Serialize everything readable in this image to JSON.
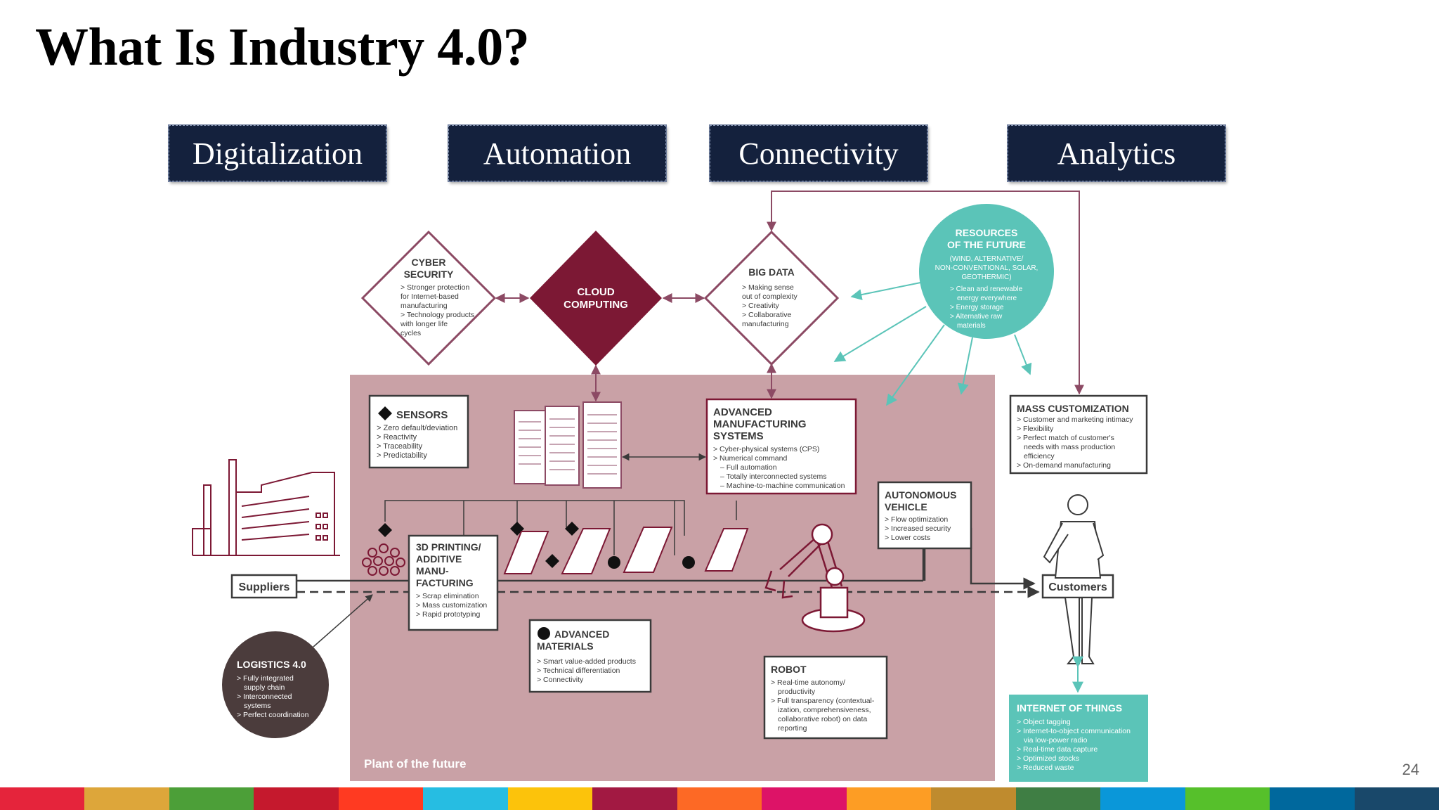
{
  "slide": {
    "title": "What Is Industry 4.0?",
    "page_number": "24"
  },
  "pillars": [
    "Digitalization",
    "Automation",
    "Connectivity",
    "Analytics"
  ],
  "colors": {
    "pillar_bg": "#14213d",
    "plant_bg": "#c9a1a6",
    "cloud": "#7c1834",
    "teal": "#5bc4b8",
    "logistics": "#4b3c3c",
    "line": "#3a3a3a",
    "connector": "#8c4a64"
  },
  "diagram": {
    "cyber": {
      "title1": "CYBER",
      "title2": "SECURITY",
      "lines": [
        "> Stronger protection",
        "for Internet-based",
        "manufacturing",
        "> Technology products",
        "with longer life",
        "cycles"
      ]
    },
    "cloud": {
      "title1": "CLOUD",
      "title2": "COMPUTING"
    },
    "bigdata": {
      "title": "BIG DATA",
      "lines": [
        "> Making sense",
        "out of complexity",
        "> Creativity",
        "> Collaborative",
        "manufacturing"
      ]
    },
    "resources": {
      "title1": "RESOURCES",
      "title2": "OF THE FUTURE",
      "sub": [
        "(WIND, ALTERNATIVE/",
        "NON-CONVENTIONAL, SOLAR,",
        "GEOTHERMIC)"
      ],
      "lines": [
        "> Clean and renewable",
        "energy everywhere",
        "> Energy storage",
        "> Alternative raw",
        "materials"
      ]
    },
    "sensors": {
      "title": "SENSORS",
      "lines": [
        "> Zero default/deviation",
        "> Reactivity",
        "> Traceability",
        "> Predictability"
      ]
    },
    "ams": {
      "title1": "ADVANCED",
      "title2": "MANUFACTURING",
      "title3": "SYSTEMS",
      "lines": [
        "> Cyber-physical systems (CPS)",
        "> Numerical command",
        "– Full automation",
        "– Totally interconnected systems",
        "– Machine-to-machine communication"
      ]
    },
    "mass": {
      "title": "MASS CUSTOMIZATION",
      "lines": [
        "> Customer and marketing intimacy",
        "> Flexibility",
        "> Perfect match of customer's",
        "needs with mass production",
        "efficiency",
        "> On-demand manufacturing"
      ]
    },
    "printing": {
      "t1": "3D PRINTING/",
      "t2": "ADDITIVE",
      "t3": "MANU-",
      "t4": "FACTURING",
      "lines": [
        "> Scrap elimination",
        "> Mass customization",
        "> Rapid prototyping"
      ]
    },
    "vehicle": {
      "t1": "AUTONOMOUS",
      "t2": "VEHICLE",
      "lines": [
        "> Flow optimization",
        "> Increased security",
        "> Lower costs"
      ]
    },
    "materials": {
      "t1": "ADVANCED",
      "t2": "MATERIALS",
      "lines": [
        "> Smart value-added products",
        "> Technical differentiation",
        "> Connectivity"
      ]
    },
    "robot": {
      "title": "ROBOT",
      "lines": [
        "> Real-time autonomy/",
        "productivity",
        "> Full transparency (contextual-",
        "ization, comprehensiveness,",
        "collaborative robot) on data",
        "reporting"
      ]
    },
    "logistics": {
      "title": "LOGISTICS 4.0",
      "lines": [
        "> Fully integrated",
        "supply chain",
        "> Interconnected",
        "systems",
        "> Perfect coordination"
      ]
    },
    "iot": {
      "title": "INTERNET OF THINGS",
      "lines": [
        "> Object tagging",
        "> Internet-to-object communication",
        "via low-power radio",
        "> Real-time data capture",
        "> Optimized stocks",
        "> Reduced waste"
      ]
    },
    "suppliers": "Suppliers",
    "customers": "Customers",
    "plant": "Plant of the future"
  },
  "sdg_colors": [
    "#e5243b",
    "#dda63a",
    "#4c9f38",
    "#c5192d",
    "#ff3a21",
    "#26bde2",
    "#fcc30b",
    "#a21942",
    "#fd6925",
    "#dd1367",
    "#fd9d24",
    "#bf8b2e",
    "#3f7e44",
    "#0a97d9",
    "#56c02b",
    "#00689d",
    "#19486a"
  ]
}
